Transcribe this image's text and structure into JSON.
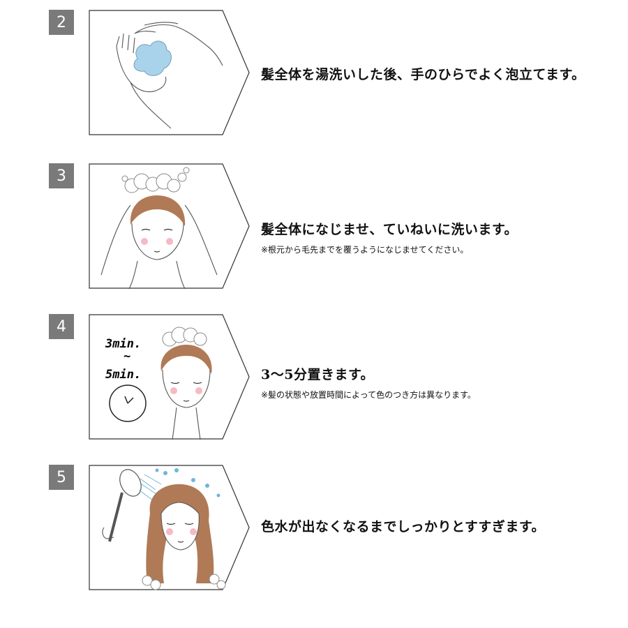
{
  "steps": [
    {
      "number": "2",
      "main": "髪全体を湯洗いした後、手のひらでよく泡立てます。",
      "note": ""
    },
    {
      "number": "3",
      "main": "髪全体になじませ、ていねいに洗います。",
      "note": "※根元から毛先までを覆うようになじませてください。"
    },
    {
      "number": "4",
      "main": "3〜5分置きます。",
      "note": "※髪の状態や放置時間によって色のつき方は異なります。",
      "timer": {
        "top": "3min.",
        "mid": "~",
        "bottom": "5min."
      }
    },
    {
      "number": "5",
      "main": "色水が出なくなるまでしっかりとすすぎます。",
      "note": ""
    }
  ],
  "colors": {
    "badge": "#7a7a7a",
    "foam": "#a9d3ea",
    "hair": "#b07a56",
    "water": "#6fb6d8",
    "cheek": "#f3a9b4"
  },
  "icons": [
    "hands-foam-illustration",
    "woman-washing-hair-illustration",
    "woman-waiting-timer-illustration",
    "woman-rinsing-shower-illustration",
    "clock-icon"
  ]
}
